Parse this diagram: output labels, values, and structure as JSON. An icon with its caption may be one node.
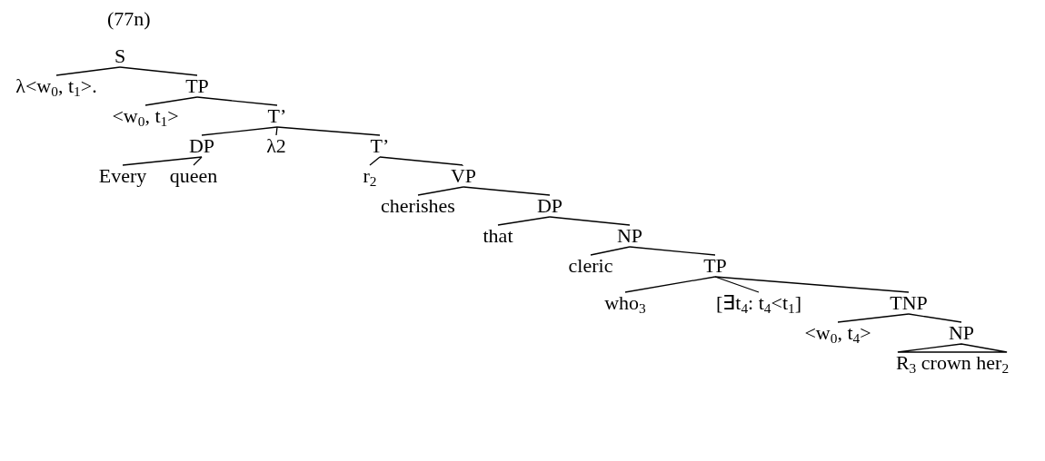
{
  "diagram": {
    "nodes": [
      {
        "text": [
          "S"
        ]
      },
      {
        "text": [
          "λ<w$_{0}$, t$_{1}$>."
        ]
      },
      {
        "text": [
          "TP"
        ]
      },
      {
        "text": [
          "<w$_{0}$, t$_{1}$>"
        ]
      },
      {
        "text": [
          "T’"
        ]
      },
      {
        "text": [
          "DP"
        ]
      },
      {
        "text": [
          "λ2"
        ]
      },
      {
        "text": [
          "T’"
        ]
      },
      {
        "text": [
          "Every"
        ]
      },
      {
        "text": [
          "queen"
        ]
      },
      {
        "text": [
          "r$_{2}$"
        ]
      },
      {
        "text": [
          "VP"
        ]
      },
      {
        "text": [
          "cherishes"
        ]
      },
      {
        "text": [
          "DP"
        ]
      },
      {
        "text": [
          "that"
        ]
      },
      {
        "text": [
          "NP"
        ]
      },
      {
        "text": [
          "cleric"
        ]
      },
      {
        "text": [
          "TP"
        ]
      },
      {
        "text": [
          "who$_{3}$"
        ]
      },
      {
        "text": [
          "[∃t$_{4}$: t$_{4}$<t$_{1}$]"
        ]
      },
      {
        "text": [
          "TNP"
        ]
      },
      {
        "text": [
          "<w$_{0}$, t$_{4}$>"
        ]
      },
      {
        "text": [
          "NP"
        ]
      },
      {
        "text": [
          "R$_{3}$ crown her$_{2}$"
        ]
      }
    ],
    "edges": [
      {
        "from": 0,
        "to": 1,
        "arrow": "none"
      },
      {
        "from": 0,
        "to": 2,
        "arrow": "none"
      },
      {
        "from": 2,
        "to": 3,
        "arrow": "none"
      },
      {
        "from": 2,
        "to": 4,
        "arrow": "none"
      },
      {
        "from": 4,
        "to": 5,
        "arrow": "none"
      },
      {
        "from": 4,
        "to": 6,
        "arrow": "none"
      },
      {
        "from": 4,
        "to": 7,
        "arrow": "none"
      },
      {
        "from": 5,
        "to": 8,
        "arrow": "none"
      },
      {
        "from": 5,
        "to": 9,
        "arrow": "none"
      },
      {
        "from": 7,
        "to": 10,
        "arrow": "none"
      },
      {
        "from": 7,
        "to": 11,
        "arrow": "none"
      },
      {
        "from": 11,
        "to": 12,
        "arrow": "none"
      },
      {
        "from": 11,
        "to": 13,
        "arrow": "none"
      },
      {
        "from": 13,
        "to": 14,
        "arrow": "none"
      },
      {
        "from": 13,
        "to": 15,
        "arrow": "none"
      },
      {
        "from": 15,
        "to": 16,
        "arrow": "none"
      },
      {
        "from": 15,
        "to": 17,
        "arrow": "none"
      },
      {
        "from": 17,
        "to": 18,
        "arrow": "none"
      },
      {
        "from": 17,
        "to": 19,
        "arrow": "none"
      },
      {
        "from": 17,
        "to": 20,
        "arrow": "none"
      },
      {
        "from": 20,
        "to": 21,
        "arrow": "none"
      },
      {
        "from": 20,
        "to": 22,
        "arrow": "none"
      },
      {
        "from": 22,
        "to": 23,
        "arrow": "none"
      }
    ],
    "labels": [
      "(77n)"
    ]
  }
}
